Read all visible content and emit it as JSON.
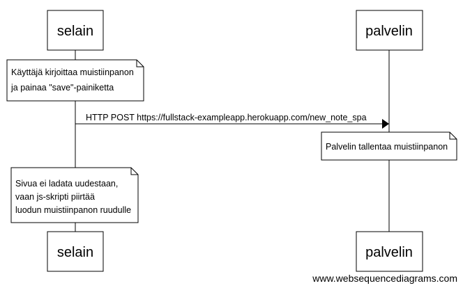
{
  "participants": {
    "browser": "selain",
    "server": "palvelin"
  },
  "notes": {
    "before_post": [
      "Käyttäjä kirjoittaa muistiinpanon",
      "ja painaa \"save\"-painiketta"
    ],
    "server_saves": [
      "Palvelin tallentaa muistiinpanon"
    ],
    "no_reload": [
      "Sivua ei ladata uudestaan,",
      "vaan js-skripti piirtää",
      "luodun muistiinpanon ruudulle"
    ]
  },
  "messages": {
    "post": "HTTP POST https://fullstack-exampleapp.herokuapp.com/new_note_spa"
  },
  "watermark": "www.websequencediagrams.com"
}
